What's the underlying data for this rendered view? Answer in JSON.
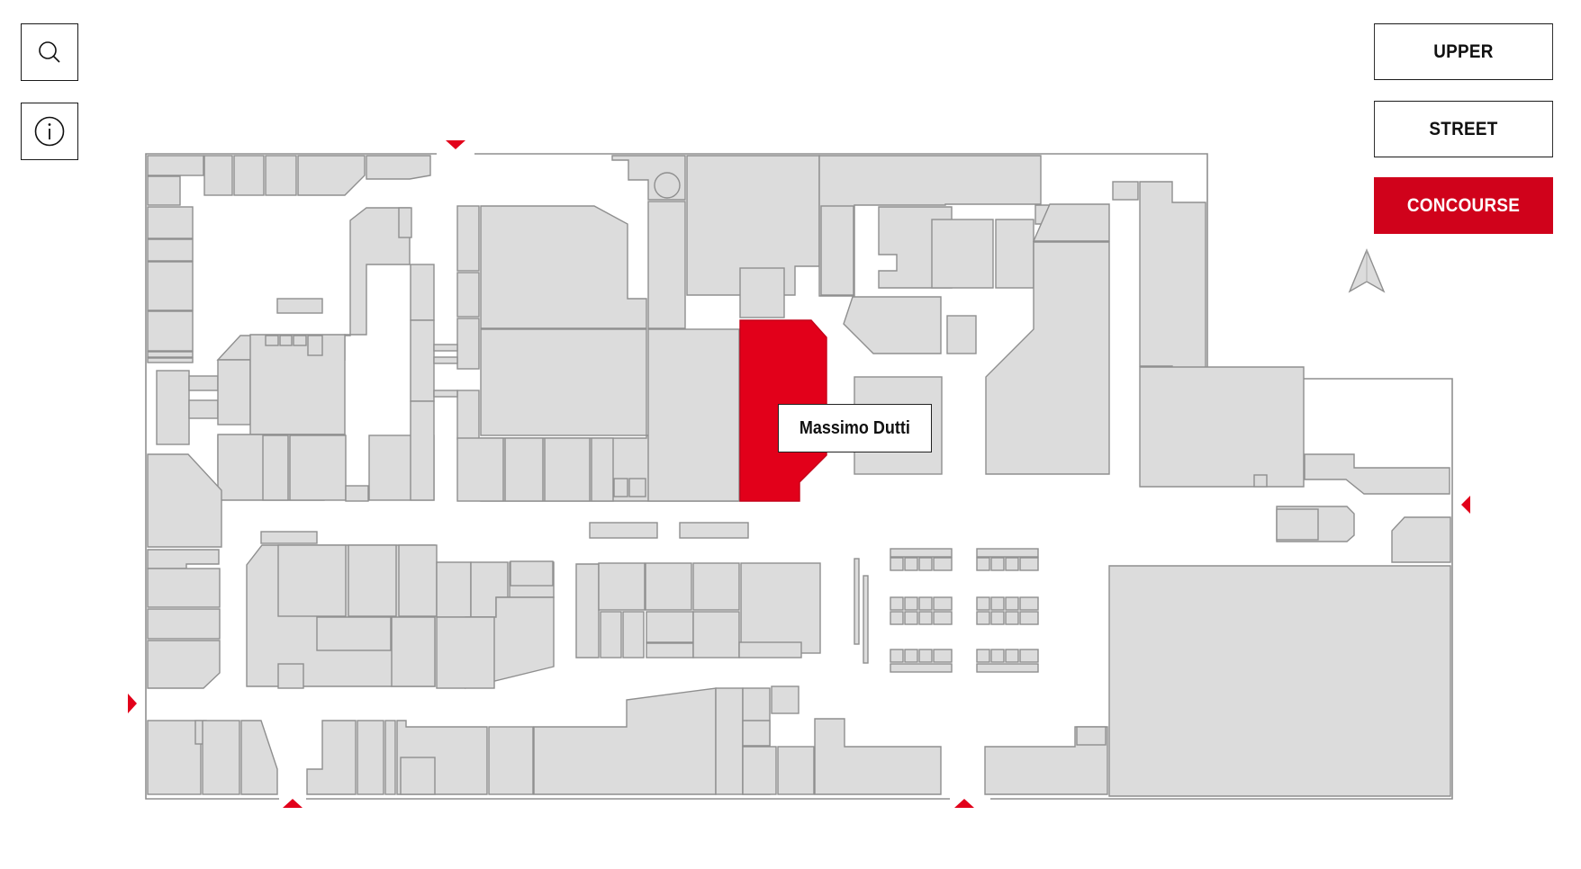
{
  "toolbar": {
    "search_icon": "search-icon",
    "info_icon": "info-icon"
  },
  "levels": [
    {
      "label": "UPPER",
      "active": false
    },
    {
      "label": "STREET",
      "active": false
    },
    {
      "label": "CONCOURSE",
      "active": true
    }
  ],
  "colors": {
    "accent": "#e2001a",
    "active_level": "#d0021b",
    "store_fill": "#dcdcdc",
    "store_stroke": "#8f8f8f"
  },
  "map": {
    "selected_store": "Massimo Dutti",
    "entrance_markers": [
      "top",
      "left",
      "right",
      "bottom-left",
      "bottom-center"
    ],
    "compass_icon": "north-arrow-icon"
  }
}
